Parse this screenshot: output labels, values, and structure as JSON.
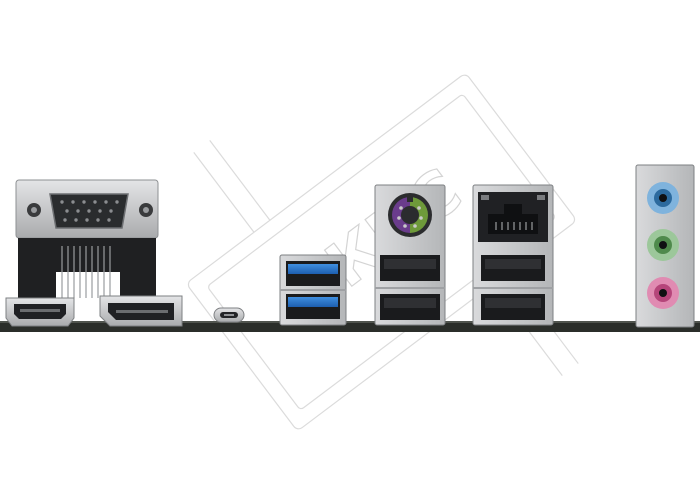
{
  "image": {
    "subject": "motherboard-rear-io-panel",
    "background_color": "#ffffff",
    "pcb_color": "#2b2e2a",
    "metal_color": "#c9cacc",
    "ports": [
      {
        "name": "vga-port",
        "type": "VGA (D-Sub)"
      },
      {
        "name": "hdmi-port",
        "type": "HDMI"
      },
      {
        "name": "displayport-port",
        "type": "DisplayPort"
      },
      {
        "name": "usb-c-port",
        "type": "USB Type-C"
      },
      {
        "name": "usb3-ports",
        "type": "USB 3.x (blue)",
        "count": 2
      },
      {
        "name": "ps2-port",
        "type": "PS/2 combo",
        "colors": [
          "#6a3c8c",
          "#6e9a3a"
        ]
      },
      {
        "name": "usb2-ports-left",
        "type": "USB 2.0",
        "count": 2
      },
      {
        "name": "lan-port",
        "type": "RJ-45 LAN"
      },
      {
        "name": "usb2-ports-right",
        "type": "USB 2.0",
        "count": 2
      },
      {
        "name": "audio-jacks",
        "type": "3.5mm audio",
        "colors": [
          "#7fb3dd",
          "#9cc79a",
          "#e08bb2"
        ]
      }
    ],
    "watermark": {
      "text": "КНС",
      "color": "#d5d5d5"
    }
  }
}
